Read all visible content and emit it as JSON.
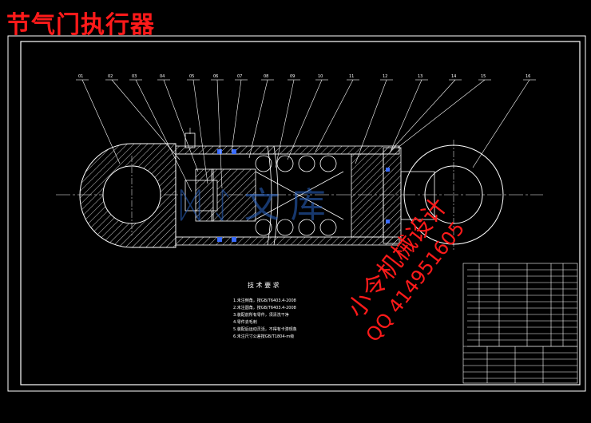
{
  "title": "节气门执行器",
  "callouts": [
    "01",
    "02",
    "03",
    "04",
    "05",
    "06",
    "07",
    "08",
    "09",
    "10",
    "11",
    "12",
    "13",
    "14",
    "15",
    "16"
  ],
  "notes": {
    "heading": "技 术 要 求",
    "lines": [
      "1.未注倒角，按GB/T6403.4-2008",
      "2.未注圆角，按GB/T6403.4-2008",
      "3.装配前所有零件，须清洗干净",
      "4.零件去毛刺",
      "5.装配后运动灵活，不得有卡滞现象",
      "6.未注尺寸公差按GB/T1804-m级"
    ]
  },
  "watermark": {
    "line1": "小令机械设计",
    "line2": "QQ 414951605"
  },
  "colors": {
    "frame": "#ffffff",
    "section_lines": "#ffffff",
    "callout_lines": "#ffffff",
    "hatching": "#ffffff",
    "seals": "#3a6cff",
    "title_text": "#ff1a1a",
    "watermark_red": "#ff1a1a",
    "watermark_blue": "#2b66c8"
  }
}
